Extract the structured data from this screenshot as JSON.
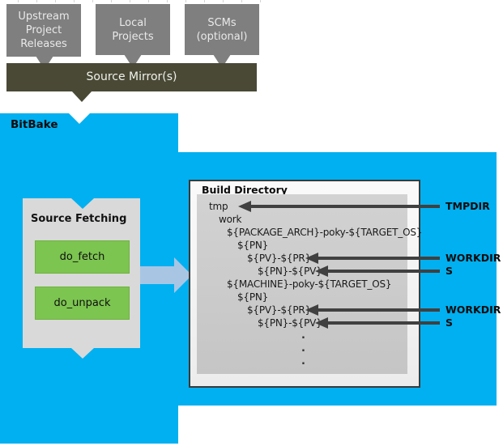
{
  "colors": {
    "blue": "#00B0F0",
    "olive": "#494936",
    "gray_box": "#7F7F7F",
    "light_gray": "#D9D9D9",
    "green": "#7CC550",
    "dark_arrow": "#404040",
    "flow_arrow": "#A8C6E4"
  },
  "upstream_sources": [
    {
      "label": "Upstream\nProject\nReleases"
    },
    {
      "label": "Local\nProjects"
    },
    {
      "label": "SCMs\n(optional)"
    }
  ],
  "source_mirror": {
    "label": "Source Mirror(s)"
  },
  "bitbake": {
    "label": "BitBake"
  },
  "source_fetching": {
    "title": "Source Fetching",
    "tasks": [
      {
        "label": "do_fetch"
      },
      {
        "label": "do_unpack"
      }
    ]
  },
  "build_directory": {
    "title": "Build Directory",
    "tree": [
      "tmp",
      "work",
      "${PACKAGE_ARCH}-poky-${TARGET_OS}",
      "${PN}",
      "${PV}-${PR}",
      "${PN}-${PV}",
      "${MACHINE}-poky-${TARGET_OS}",
      "${PN}",
      "${PV}-${PR}",
      "${PN}-${PV}"
    ],
    "ellipsis": [
      ".",
      ".",
      "."
    ]
  },
  "pointer_labels": [
    {
      "label": "TMPDIR"
    },
    {
      "label": "WORKDIR"
    },
    {
      "label": "S"
    },
    {
      "label": "WORKDIR"
    },
    {
      "label": "S"
    }
  ]
}
